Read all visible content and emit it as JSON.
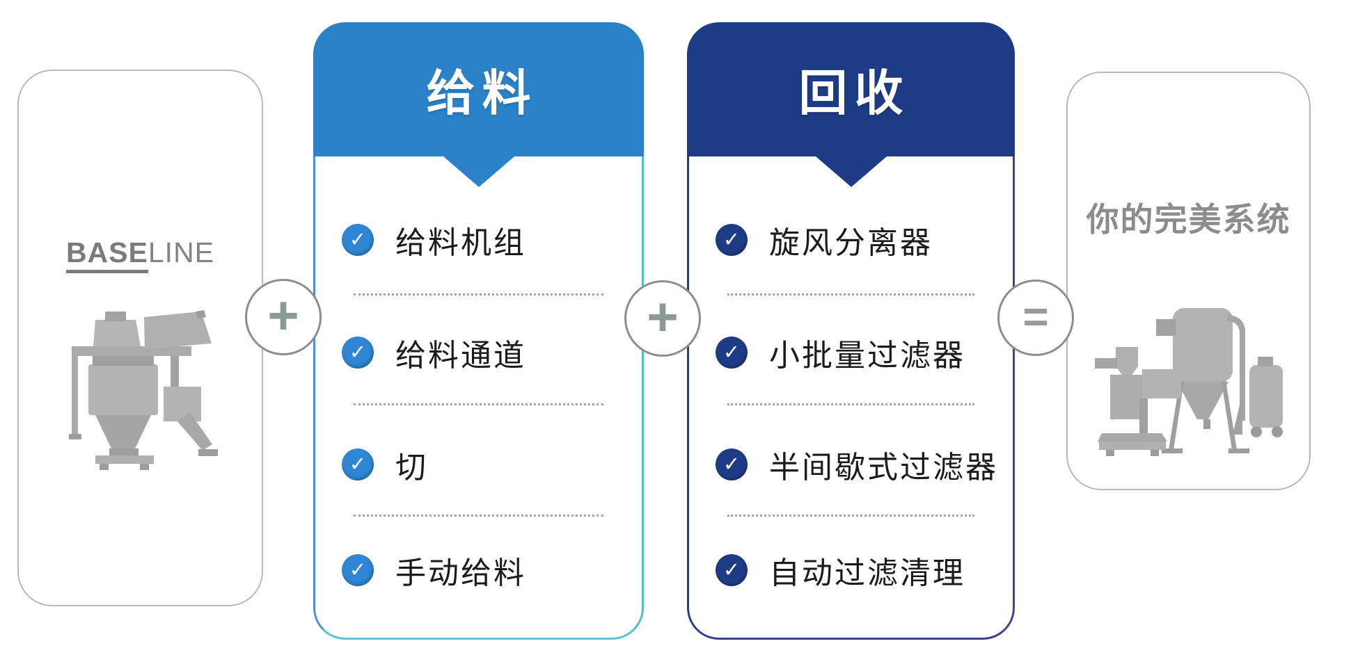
{
  "baseline_card": {
    "logo_base": "BASE",
    "logo_line": "LINE"
  },
  "operators": {
    "plus": "+",
    "equals": "="
  },
  "icons": {
    "check": "✓"
  },
  "feeding_card": {
    "title": "给料",
    "header_color": "#2b82c8",
    "check_color": "#2e86d4",
    "items": [
      {
        "label": "给料机组"
      },
      {
        "label": "给料通道"
      },
      {
        "label": "切"
      },
      {
        "label": "手动给料"
      }
    ]
  },
  "recovery_card": {
    "title": "回收",
    "header_color": "#1e3c86",
    "check_color": "#1e3c86",
    "items": [
      {
        "label": "旋风分离器"
      },
      {
        "label": "小批量过滤器"
      },
      {
        "label": "半间歇式过滤器"
      },
      {
        "label": "自动过滤清理"
      }
    ]
  },
  "result_card": {
    "title": "你的完美系统"
  }
}
